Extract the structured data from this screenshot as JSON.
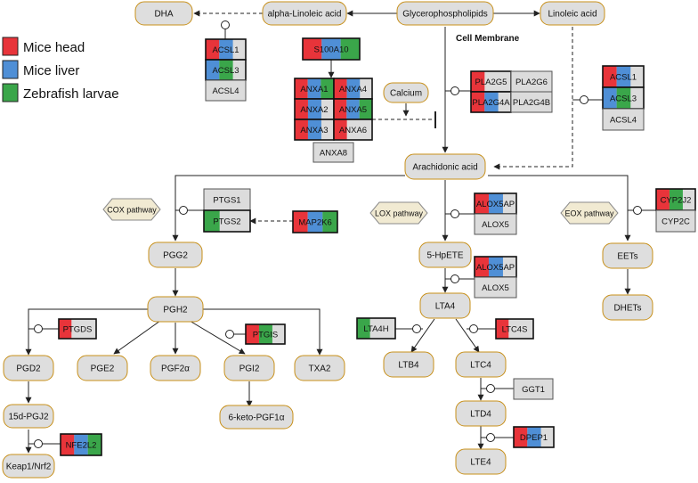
{
  "legend": {
    "items": [
      {
        "label": "Mice head",
        "color": "#e8343a"
      },
      {
        "label": "Mice liver",
        "color": "#4f8fd6"
      },
      {
        "label": "Zebrafish larvae",
        "color": "#3aa64a"
      }
    ]
  },
  "metabolites": {
    "dha": "DHA",
    "alpha_linoleic": "alpha-Linoleic acid",
    "glycerophospholipids": "Glycerophospholipids",
    "linoleic": "Linoleic acid",
    "calcium": "Calcium",
    "arachidonic": "Arachidonic acid",
    "pgg2": "PGG2",
    "pgh2": "PGH2",
    "pgd2": "PGD2",
    "pge2": "PGE2",
    "pgf2a": "PGF2α",
    "pgi2": "PGI2",
    "txa2": "TXA2",
    "keto_pgf1a": "6-keto-PGF1α",
    "pgj2": "15d-PGJ2",
    "keap1": "Keap1/Nrf2",
    "hpete": "5-HpETE",
    "lta4": "LTA4",
    "ltb4": "LTB4",
    "ltc4": "LTC4",
    "ltd4": "LTD4",
    "lte4": "LTE4",
    "eets": "EETs",
    "dhets": "DHETs"
  },
  "labels": {
    "cell_membrane": "Cell Membrane"
  },
  "pathways": {
    "cox": "COX pathway",
    "lox": "LOX pathway",
    "eox": "EOX pathway"
  },
  "genes": {
    "acsl1_a": {
      "label": "ACSL1",
      "colors": [
        "r",
        "b"
      ]
    },
    "acsl3_a": {
      "label": "ACSL3",
      "colors": [
        "b",
        "g"
      ]
    },
    "acsl4_a": {
      "label": "ACSL4",
      "colors": []
    },
    "s100a10": {
      "label": "S100A10",
      "colors": [
        "r",
        "b",
        "g"
      ]
    },
    "anxa1": {
      "label": "ANXA1",
      "colors": [
        "r",
        "b",
        "g"
      ]
    },
    "anxa4": {
      "label": "ANXA4",
      "colors": [
        "r",
        "b"
      ]
    },
    "anxa2": {
      "label": "ANXA2",
      "colors": [
        "r",
        "b"
      ]
    },
    "anxa5": {
      "label": "ANXA5",
      "colors": [
        "r",
        "b",
        "g"
      ]
    },
    "anxa3": {
      "label": "ANXA3",
      "colors": [
        "r",
        "b"
      ]
    },
    "anxa6": {
      "label": "ANXA6",
      "colors": [
        "r"
      ]
    },
    "anxa8": {
      "label": "ANXA8",
      "colors": []
    },
    "pla2g5": {
      "label": "PLA2G5",
      "colors": [
        "r"
      ]
    },
    "pla2g6": {
      "label": "PLA2G6",
      "colors": []
    },
    "pla2g4a": {
      "label": "PLA2G4A",
      "colors": [
        "r",
        "b"
      ]
    },
    "pla2g4b": {
      "label": "PLA2G4B",
      "colors": []
    },
    "acsl1_b": {
      "label": "ACSL1",
      "colors": [
        "r",
        "b"
      ]
    },
    "acsl3_b": {
      "label": "ACSL3",
      "colors": [
        "b",
        "g"
      ]
    },
    "acsl4_b": {
      "label": "ACSL4",
      "colors": []
    },
    "ptgs1": {
      "label": "PTGS1",
      "colors": []
    },
    "ptgs2": {
      "label": "PTGS2",
      "colors": [
        "g"
      ]
    },
    "map2k6": {
      "label": "MAP2K6",
      "colors": [
        "r",
        "b",
        "g"
      ]
    },
    "alox5ap_a": {
      "label": "ALOX5AP",
      "colors": [
        "r",
        "b"
      ]
    },
    "alox5_a": {
      "label": "ALOX5",
      "colors": []
    },
    "alox5ap_b": {
      "label": "ALOX5AP",
      "colors": [
        "r",
        "b"
      ]
    },
    "alox5_b": {
      "label": "ALOX5",
      "colors": []
    },
    "cyp2j2": {
      "label": "CYP2J2",
      "colors": [
        "r",
        "g"
      ]
    },
    "cyp2c": {
      "label": "CYP2C",
      "colors": []
    },
    "ptgds": {
      "label": "PTGDS",
      "colors": [
        "r"
      ]
    },
    "ptgis": {
      "label": "PTGIS",
      "colors": [
        "r",
        "g"
      ]
    },
    "lta4h": {
      "label": "LTA4H",
      "colors": [
        "g"
      ]
    },
    "ltc4s": {
      "label": "LTC4S",
      "colors": [
        "r"
      ]
    },
    "ggt1": {
      "label": "GGT1",
      "colors": []
    },
    "dpep1": {
      "label": "DPEP1",
      "colors": [
        "r",
        "b"
      ]
    },
    "nfe2l2": {
      "label": "NFE2L2",
      "colors": [
        "r",
        "b",
        "g"
      ]
    }
  }
}
